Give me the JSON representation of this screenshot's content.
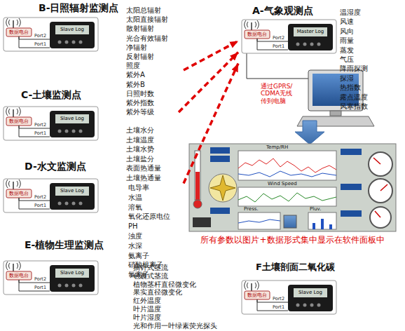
{
  "diagram": {
    "nodes": [
      {
        "text": [
          "B-日照辐射监测点",
          "太阳总辐射",
          "太阳直接辐射",
          "散射辐射",
          "光合有效辐射",
          "净辐射",
          "反射辐射",
          "照度",
          "紫外A",
          "紫外B",
          "日照时数",
          "紫外指数",
          "紫外等级"
        ]
      },
      {
        "text": [
          "A-气象观测点",
          "温湿度",
          "风速",
          "风向",
          "雨量",
          "蒸发",
          "气压",
          "降雨探测",
          "探湿",
          "热指数",
          "露点温度",
          "风寒指数"
        ]
      },
      {
        "text": [
          "C-土壤监测点",
          "土壤水分",
          "土壤温度",
          "土壤水势",
          "土壤盐分",
          "表面热通量",
          "土壤热通量"
        ]
      },
      {
        "text": [
          "D-水文监测点",
          "电导率",
          "水温",
          "溶氧",
          "氧化还原电位",
          "PH",
          "浊度",
          "水深",
          "氨离子",
          "硝酸根离子",
          "氯离子"
        ]
      },
      {
        "text": [
          "Temp/RH",
          "Wind Speed",
          "Press.",
          "Pluv."
        ]
      },
      {
        "text": [
          "E-植物生理监测点",
          "插针式茎流",
          "包裹式茎流",
          "植物茎杆直径微变化",
          "果实直径微变化",
          "红外温度",
          "叶片温度",
          "叶片湿度",
          "光和作用一叶绿素荧光探头"
        ]
      },
      {
        "text": [
          "F土壤剖面二氧化碳"
        ]
      }
    ],
    "edges": [
      {
        "from": 0,
        "to": 1,
        "arrow": "to"
      },
      {
        "from": 2,
        "to": 1,
        "arrow": "to"
      },
      {
        "from": 3,
        "to": 1,
        "arrow": "to"
      }
    ],
    "labels": [
      "数据电台",
      "Port2",
      "Port1",
      "Slave Log",
      "数据电台",
      "Port2",
      "Port1",
      "Master Log",
      "通过GPRS/ CDMA无线 传到电脑",
      "数据电台",
      "Port2",
      "Port1",
      "Slave Log",
      "数据电台",
      "Port2",
      "Port1",
      "Slave Log",
      "所有参数以图片+数据形式集中显示在软件面板中",
      "数据电台",
      "Port2",
      "Port1",
      "Slave Log",
      "数据电台",
      "Port2",
      "Port1",
      "Slave Log"
    ]
  }
}
